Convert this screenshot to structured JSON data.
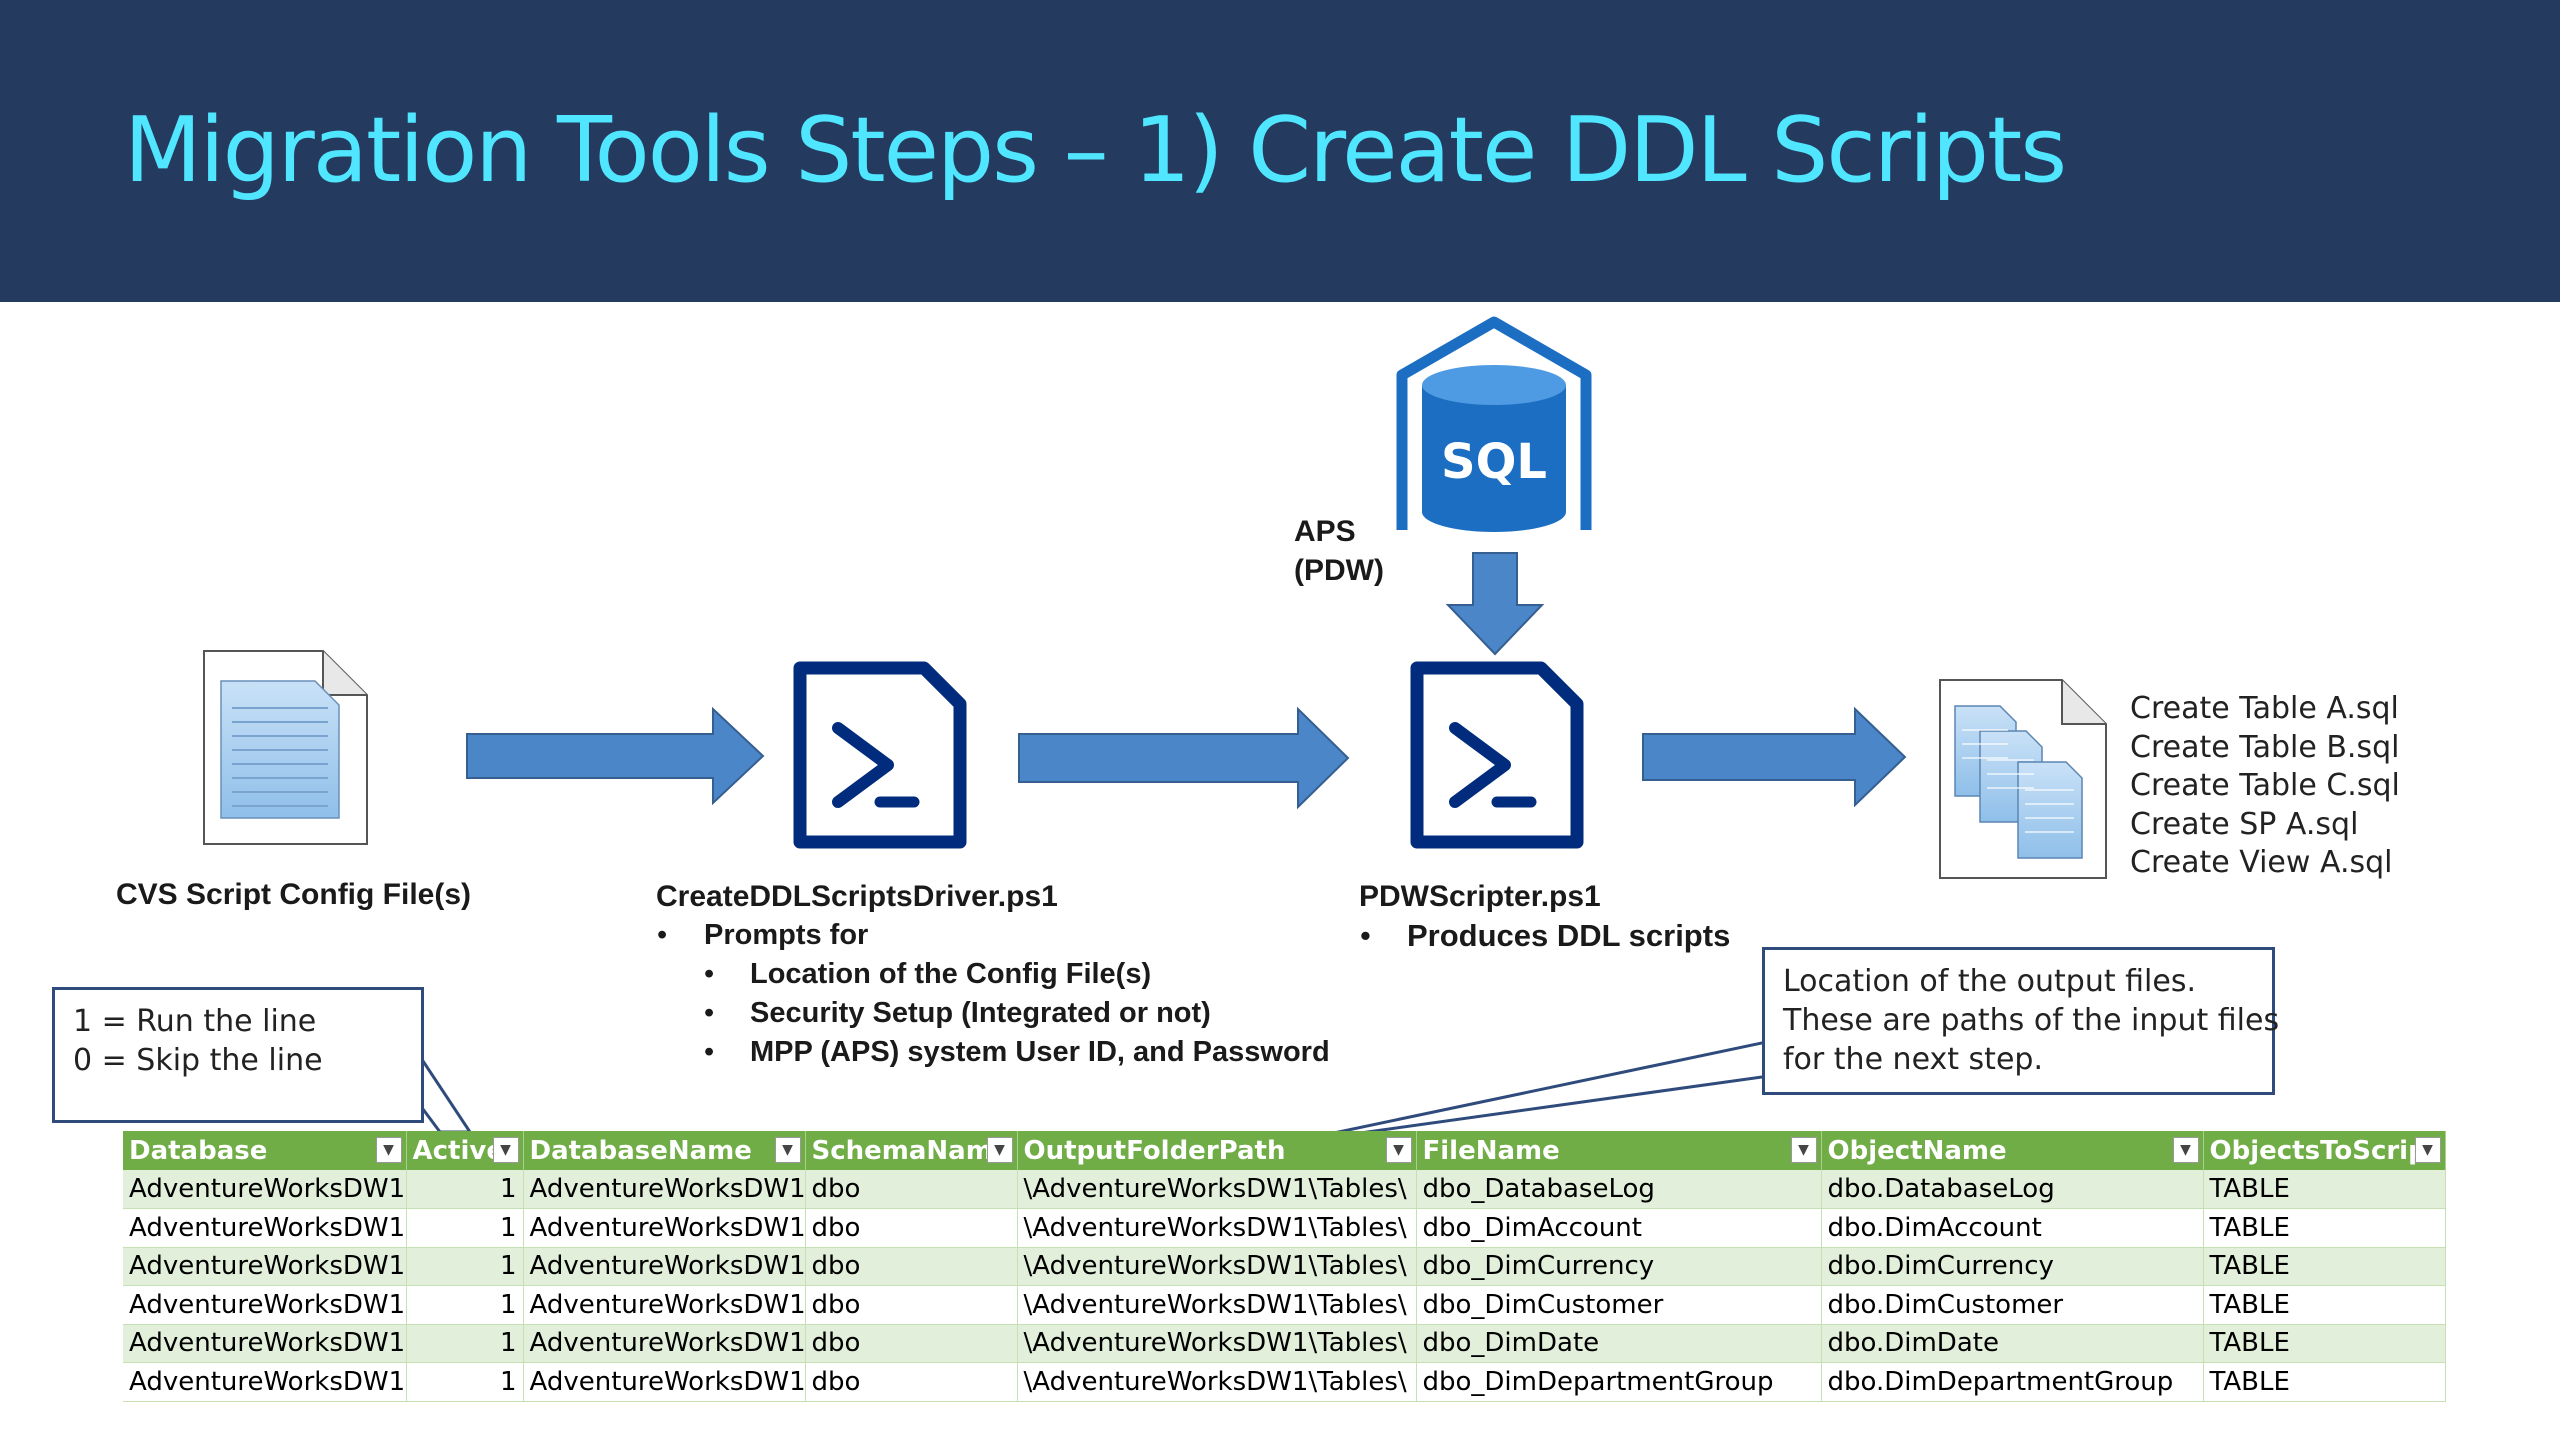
{
  "title": "Migration Tools Steps – 1) Create DDL Scripts",
  "aps_label": [
    "APS",
    "(PDW)"
  ],
  "sql_icon_text": "SQL",
  "config_file_label": "CVS Script Config File(s)",
  "driver": {
    "name": "CreateDDLScriptsDriver.ps1",
    "bullet": "Prompts for",
    "sub_bullets": [
      "Location of the Config File(s)",
      "Security Setup (Integrated or not)",
      "MPP (APS) system User ID, and Password"
    ]
  },
  "scripter": {
    "name": "PDWScripter.ps1",
    "bullet": "Produces DDL scripts"
  },
  "output_files": [
    "Create Table A.sql",
    "Create Table B.sql",
    "Create Table C.sql",
    "Create SP A.sql",
    "Create View A.sql"
  ],
  "callout_active": [
    "1 = Run the line",
    "0 = Skip the line"
  ],
  "callout_output": [
    "Location of the output files.",
    "These are paths of the input files",
    "for the next step."
  ],
  "table": {
    "headers": [
      "Database",
      "Active",
      "DatabaseName",
      "SchemaName",
      "OutputFolderPath",
      "FileName",
      "ObjectName",
      "ObjectsToScript"
    ],
    "rows": [
      [
        "AdventureWorksDW1",
        "1",
        "AdventureWorksDW1",
        "dbo",
        "\\AdventureWorksDW1\\Tables\\",
        "dbo_DatabaseLog",
        "dbo.DatabaseLog",
        "TABLE"
      ],
      [
        "AdventureWorksDW1",
        "1",
        "AdventureWorksDW1",
        "dbo",
        "\\AdventureWorksDW1\\Tables\\",
        "dbo_DimAccount",
        "dbo.DimAccount",
        "TABLE"
      ],
      [
        "AdventureWorksDW1",
        "1",
        "AdventureWorksDW1",
        "dbo",
        "\\AdventureWorksDW1\\Tables\\",
        "dbo_DimCurrency",
        "dbo.DimCurrency",
        "TABLE"
      ],
      [
        "AdventureWorksDW1",
        "1",
        "AdventureWorksDW1",
        "dbo",
        "\\AdventureWorksDW1\\Tables\\",
        "dbo_DimCustomer",
        "dbo.DimCustomer",
        "TABLE"
      ],
      [
        "AdventureWorksDW1",
        "1",
        "AdventureWorksDW1",
        "dbo",
        "\\AdventureWorksDW1\\Tables\\",
        "dbo_DimDate",
        "dbo.DimDate",
        "TABLE"
      ],
      [
        "AdventureWorksDW1",
        "1",
        "AdventureWorksDW1",
        "dbo",
        "\\AdventureWorksDW1\\Tables\\",
        "dbo_DimDepartmentGroup",
        "dbo.DimDepartmentGroup",
        "TABLE"
      ]
    ]
  },
  "colors": {
    "header_bg": "#243a5e",
    "title": "#50e6ff",
    "arrow": "#4a86c8",
    "powershell": "#012c7d",
    "sql_blue": "#1b6ec2",
    "table_header": "#70ad47",
    "table_band": "#e2efda",
    "callout_border": "#2f4b7c"
  }
}
